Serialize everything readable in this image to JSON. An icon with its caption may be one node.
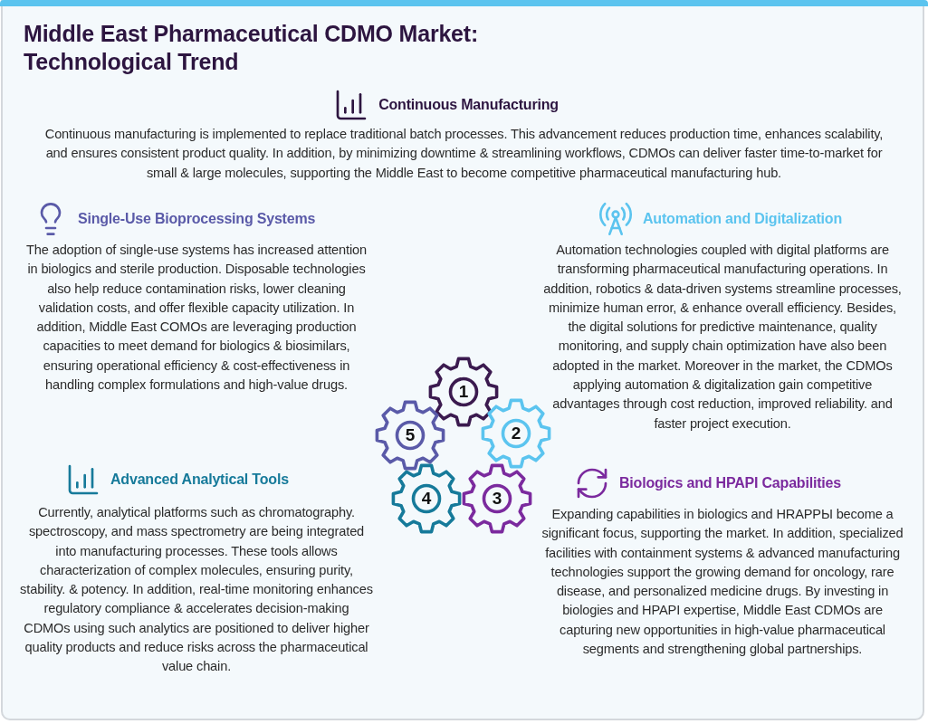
{
  "diagram": {
    "title": "Middle East Pharmaceutical CDMO Market: Technological Trend",
    "nodes": [
      {
        "text": [
          "Continuous Manufacturing",
          "Continuous manufacturing is implemented to replace traditional batch processes. This advancement reduces production time, enhances scalability, and ensures consistent product quality. In addition, by minimizing downtime & streamlining workflows, CDMOs can deliver faster time-to-market for small & large molecules, supporting the Middle East to become competitive pharmaceutical manufacturing hub."
        ]
      },
      {
        "text": [
          "Single-Use Bioprocessing Systems",
          "The adoption of single-use systems has increased attention in biologics and sterile production. Disposable technologies also help reduce contamination risks, lower cleaning validation costs, and offer flexible capacity utilization. In addition, Middle East COMOs are leveraging production capacities to meet demand for biologics & biosimilars, ensuring operational efficiency & cost-effectiveness in handling complex formulations and high-value drugs."
        ]
      },
      {
        "text": [
          "Automation and Digitalization",
          "Automation technologies coupled with digital platforms are transforming pharmaceutical manufacturing operations. In addition, robotics & data-driven systems streamline processes, minimize human error, & enhance overall efficiency. Besides, the digital solutions for predictive maintenance, quality monitoring, and supply chain optimization have also been adopted in the market. Moreover in the market, the CDMOs applying automation & digitalization gain competitive advantages through cost reduction, improved reliability. and faster project execution."
        ]
      },
      {
        "text": [
          "Advanced Analytical Tools",
          "Currently, analytical platforms such as chromatography. spectroscopy, and mass spectrometry are being integrated into manufacturing processes. These tools allows characterization of complex molecules, ensuring purity, stability. & potency. In addition, real-time monitoring enhances regulatory compliance & accelerates decision-making CDMOs using such analytics are positioned to deliver higher quality products and reduce risks across the pharmaceutical value chain."
        ]
      },
      {
        "text": [
          "Biologics and HPAPI Capabilities",
          "Expanding capabilities in biologics and HRAPPЫ become a significant focus, supporting the market. In addition, specialized facilities with containment systems & advanced manufacturing technologies support the growing demand for oncology, rare disease, and personalized medicine drugs. By investing in biologies and HPAPI expertise, Middle East CDMOs are capturing new opportunities in high-value pharmaceutical segments and strengthening global partnerships."
        ]
      },
      {
        "text": [
          "1"
        ]
      },
      {
        "text": [
          "2"
        ]
      },
      {
        "text": [
          "3"
        ]
      },
      {
        "text": [
          "4"
        ]
      },
      {
        "text": [
          "5"
        ]
      }
    ]
  }
}
